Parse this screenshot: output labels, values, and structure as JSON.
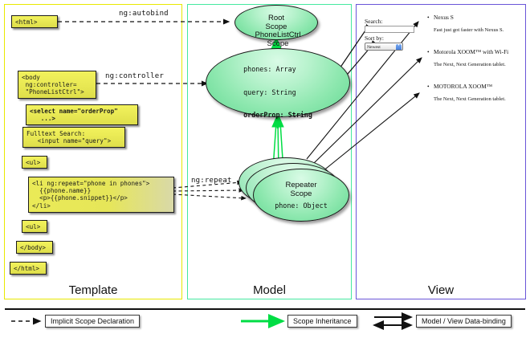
{
  "panels": {
    "template": {
      "label": "Template",
      "border_color": "#e8e800"
    },
    "model": {
      "label": "Model",
      "border_color": "#45e8a0"
    },
    "view": {
      "label": "View",
      "border_color": "#6a55d8"
    }
  },
  "template": {
    "boxes": [
      {
        "name": "html-open-tag",
        "text": "<html>"
      },
      {
        "name": "body-controller",
        "text": "<body\n ng:controller=\n \"PhoneListCtrl\">"
      },
      {
        "name": "select-orderprop",
        "text": "<select name=\"orderProp\"\n   ...>"
      },
      {
        "name": "fulltext-search",
        "text": "Fulltext Search:\n   <input name=\"query\">"
      },
      {
        "name": "ul-open-tag",
        "text": "<ul>"
      },
      {
        "name": "li-ngrepeat",
        "text": "<li ng:repeat=\"phone in phones\">\n  {{phone.name}}\n  <p>{{phone.snippet}}</p>\n</li>"
      },
      {
        "name": "ul-close-tag",
        "text": "<ul>"
      },
      {
        "name": "body-close-tag",
        "text": "</body>"
      },
      {
        "name": "html-close-tag",
        "text": "</html>"
      }
    ]
  },
  "connectors": {
    "autobind": "ng:autobind",
    "controller": "ng:controller",
    "repeat": "ng:repeat"
  },
  "model": {
    "scopes": [
      {
        "name": "root-scope",
        "title": "Root\nScope",
        "title_lines": [
          "Root",
          "Scope"
        ],
        "props": []
      },
      {
        "name": "phonelistctrl-scope",
        "title": "PhoneListCtrl\nScope",
        "title_lines": [
          "PhoneListCtrl",
          "Scope"
        ],
        "props": [
          "phones: Array",
          "query: String",
          "orderProp: String"
        ],
        "bold_prop": "orderProp: String"
      },
      {
        "name": "repeater-scope",
        "title": "Repeater\nScope",
        "title_lines": [
          "Repeater",
          "Scope"
        ],
        "props": [
          "phone: Object"
        ]
      }
    ],
    "phonelist_props": {
      "line1": "phones: Array",
      "line2": "query: String",
      "line3": "orderProp: String"
    },
    "repeater_prop": "phone: Object",
    "root_title_1": "Root",
    "root_title_2": "Scope",
    "plc_title_1": "PhoneListCtrl",
    "plc_title_2": "Scope",
    "rep_title_1": "Repeater",
    "rep_title_2": "Scope"
  },
  "view": {
    "search_label": "Search:",
    "search_value": "",
    "sort_label": "Sort by:",
    "sort_selected": "Newest",
    "phones": [
      {
        "name": "Nexus S",
        "snippet": "Fast just got faster with Nexus S."
      },
      {
        "name": "Motorola XOOM™  with Wi-Fi",
        "snippet": "The Next, Next Generation tablet."
      },
      {
        "name": "MOTOROLA XOOM™",
        "snippet": "The Next, Next Generation tablet."
      }
    ]
  },
  "legend": [
    {
      "name": "implicit-scope-declaration",
      "label": "Implicit Scope Declaration",
      "arrow": "dashed-black"
    },
    {
      "name": "scope-inheritance",
      "label": "Scope Inheritance",
      "arrow": "solid-green",
      "color": "#00e000"
    },
    {
      "name": "model-view-data-binding",
      "label": "Model / View Data-binding",
      "arrow": "double-black"
    }
  ]
}
